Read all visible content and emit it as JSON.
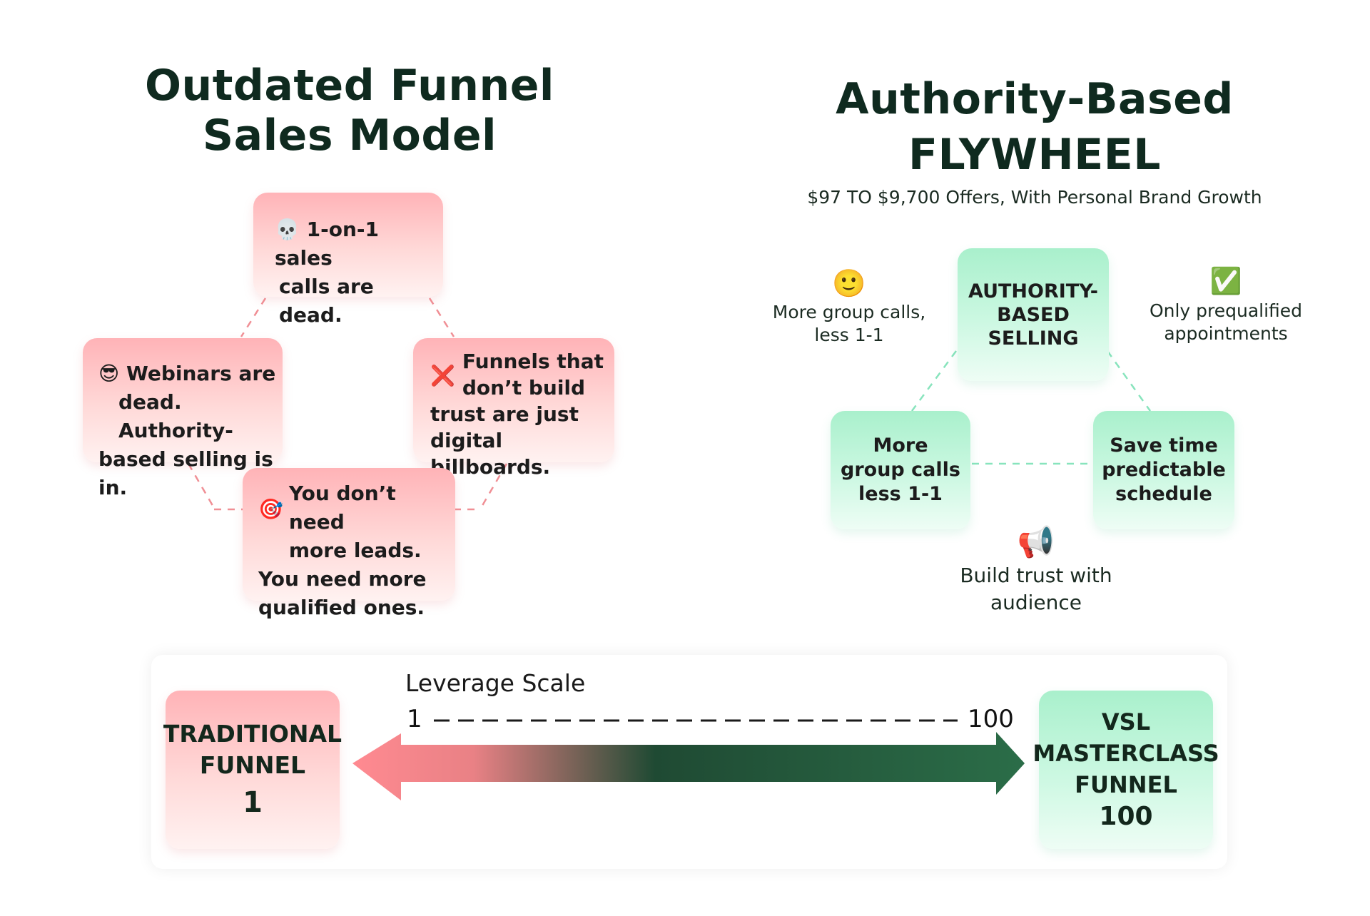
{
  "left": {
    "title_line1": "Outdated Funnel",
    "title_line2": "Sales Model",
    "cards": {
      "top": {
        "icon": "💀",
        "icon_name": "skull-icon",
        "text_line1": "1-on-1 sales",
        "text_line2": "calls are dead."
      },
      "left": {
        "icon": "😎",
        "icon_name": "sunglasses-face-icon",
        "text_line1": "Webinars are",
        "text_line2": "dead. Authority-",
        "text_line3": "based selling is in."
      },
      "right": {
        "icon": "❌",
        "icon_name": "red-x-icon",
        "text_line1": "Funnels that",
        "text_line2": "don’t build",
        "text_line3": "trust are just",
        "text_line4": "digital billboards."
      },
      "bottom": {
        "icon": "🎯",
        "icon_name": "target-icon",
        "text_line1": "You don’t need",
        "text_line2": "more leads.",
        "text_line3": "You need more",
        "text_line4": "qualified ones."
      }
    },
    "accent_color": "#ff8f96"
  },
  "right": {
    "title_line1": "Authority-Based",
    "title_line2": "FLYWHEEL",
    "subtitle": "$97 TO $9,700 Offers, With Personal Brand Growth",
    "center_card": {
      "line1": "AUTHORITY-",
      "line2": "BASED",
      "line3": "SELLING"
    },
    "left_card": {
      "line1": "More",
      "line2": "group calls",
      "line3": "less 1-1"
    },
    "right_card": {
      "line1": "Save time",
      "line2": "predictable",
      "line3": "schedule"
    },
    "labels": {
      "top_left": {
        "icon": "🙂",
        "icon_name": "slightly-smiling-face-icon",
        "line1": "More group calls,",
        "line2": "less 1-1"
      },
      "top_right": {
        "icon": "✅",
        "icon_name": "check-mark-button-icon",
        "line1": "Only prequalified",
        "line2": "appointments"
      },
      "bottom": {
        "icon": "📢",
        "icon_name": "megaphone-icon",
        "line1": "Build trust with",
        "line2": "audience"
      }
    },
    "accent_color": "#7ee0b4"
  },
  "scale": {
    "title": "Leverage Scale",
    "min_label": "1",
    "max_label": "100",
    "left_box": {
      "line1": "TRADITIONAL",
      "line2": "FUNNEL",
      "value": "1"
    },
    "right_box": {
      "line1": "VSL",
      "line2": "MASTERCLASS",
      "line3": "FUNNEL",
      "value": "100"
    },
    "arrow_colors": {
      "left": "#ff8a91",
      "middle": "#1f4a33",
      "right": "#2b6d48"
    }
  }
}
